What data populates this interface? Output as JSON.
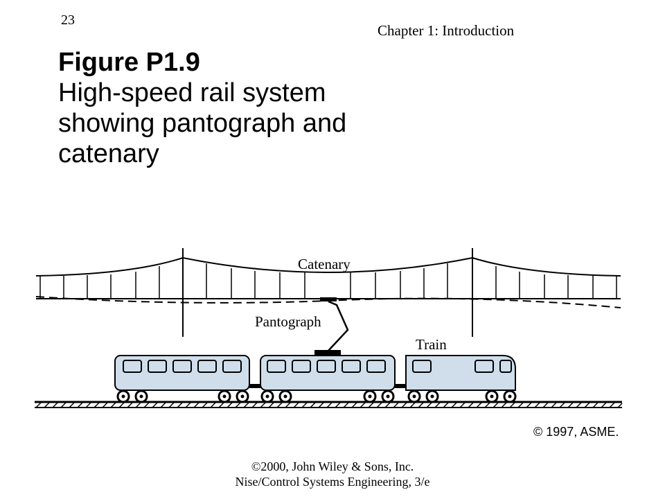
{
  "header": {
    "page_number": "23",
    "chapter": "Chapter 1: Introduction"
  },
  "caption": {
    "title": "Figure P1.9",
    "description": "High-speed rail system showing pantograph and catenary"
  },
  "figure": {
    "labels": {
      "catenary": "Catenary",
      "pantograph": "Pantograph",
      "train": "Train"
    },
    "colors": {
      "car_fill": "#cfdeea",
      "line": "#000000"
    },
    "copyright": "© 1997, ASME."
  },
  "footer": {
    "line1": "©2000, John Wiley & Sons, Inc.",
    "line2": "Nise/Control Systems Engineering, 3/e"
  }
}
